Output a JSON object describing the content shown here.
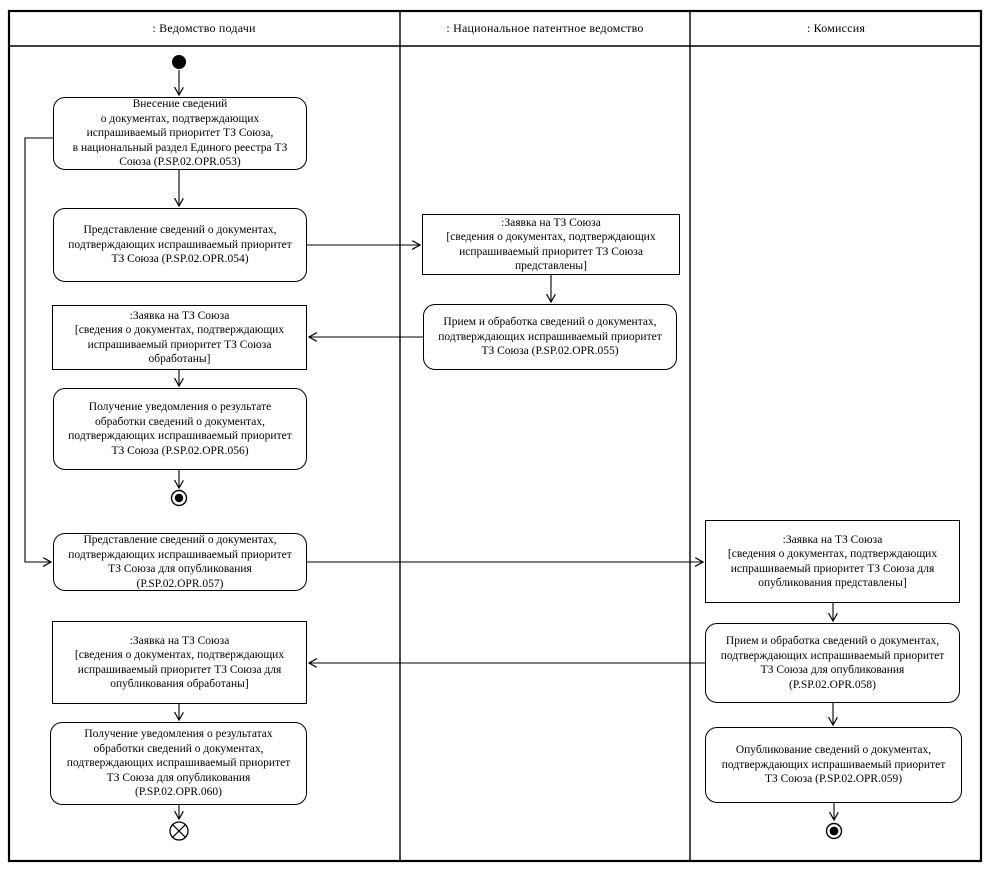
{
  "lanes": [
    {
      "label": ": Ведомство подачи"
    },
    {
      "label": ": Национальное патентное ведомство"
    },
    {
      "label": ": Комиссия"
    }
  ],
  "nodes": {
    "opr053": {
      "lane": "filing-office",
      "type": "action",
      "text": "Внесение сведений\nо документах, подтверждающих\nиспрашиваемый приоритет ТЗ Союза,\nв национальный раздел Единого реестра ТЗ\nСоюза  (P.SP.02.OPR.053)"
    },
    "opr054": {
      "lane": "filing-office",
      "type": "action",
      "text": "Представление сведений о документах,\nподтверждающих испрашиваемый приоритет\nТЗ Союза (P.SP.02.OPR.054)"
    },
    "zayavka_predstavleny": {
      "lane": "national-patent-office",
      "type": "object",
      "text": ":Заявка на ТЗ Союза\n[сведения о документах, подтверждающих\nиспрашиваемый приоритет ТЗ Союза\nпредставлены]"
    },
    "opr055": {
      "lane": "national-patent-office",
      "type": "action",
      "text": "Прием и обработка сведений о документах,\nподтверждающих испрашиваемый приоритет\nТЗ Союза (P.SP.02.OPR.055)"
    },
    "zayavka_obrabotany": {
      "lane": "filing-office",
      "type": "object",
      "text": ":Заявка на ТЗ Союза\n[сведения о документах, подтверждающих\nиспрашиваемый приоритет ТЗ Союза\nобработаны]"
    },
    "opr056": {
      "lane": "filing-office",
      "type": "action",
      "text": "Получение уведомления о результате\nобработки сведений о документах,\nподтверждающих испрашиваемый приоритет\nТЗ Союза (P.SP.02.OPR.056)"
    },
    "opr057": {
      "lane": "filing-office",
      "type": "action",
      "text": "Представление сведений о документах,\nподтверждающих испрашиваемый приоритет\nТЗ Союза для опубликования\n(P.SP.02.OPR.057)"
    },
    "zayavka_opub_predstavleny": {
      "lane": "commission",
      "type": "object",
      "text": ":Заявка на ТЗ Союза\n[сведения о документах, подтверждающих\nиспрашиваемый приоритет ТЗ Союза для\nопубликования представлены]"
    },
    "opr058": {
      "lane": "commission",
      "type": "action",
      "text": "Прием и обработка сведений о документах,\nподтверждающих испрашиваемый приоритет\nТЗ Союза для опубликования\n(P.SP.02.OPR.058)"
    },
    "zayavka_opub_obrabotany": {
      "lane": "filing-office",
      "type": "object",
      "text": ":Заявка на ТЗ Союза\n[сведения о документах, подтверждающих\nиспрашиваемый приоритет ТЗ Союза для\nопубликования обработаны]"
    },
    "opr060": {
      "lane": "filing-office",
      "type": "action",
      "text": "Получение уведомления о результатах\nобработки сведений о документах,\nподтверждающих испрашиваемый приоритет\nТЗ Союза для опубликования\n(P.SP.02.OPR.060)"
    },
    "opr059": {
      "lane": "commission",
      "type": "action",
      "text": "Опубликование сведений о документах,\nподтверждающих испрашиваемый приоритет\nТЗ Союза (P.SP.02.OPR.059)"
    }
  },
  "icons": {
    "initial_node": "filled-circle",
    "activity_final_node": "bullseye-circle",
    "flow_final_node": "circle-with-x"
  },
  "colors": {
    "line": "#000000",
    "background": "#ffffff"
  }
}
